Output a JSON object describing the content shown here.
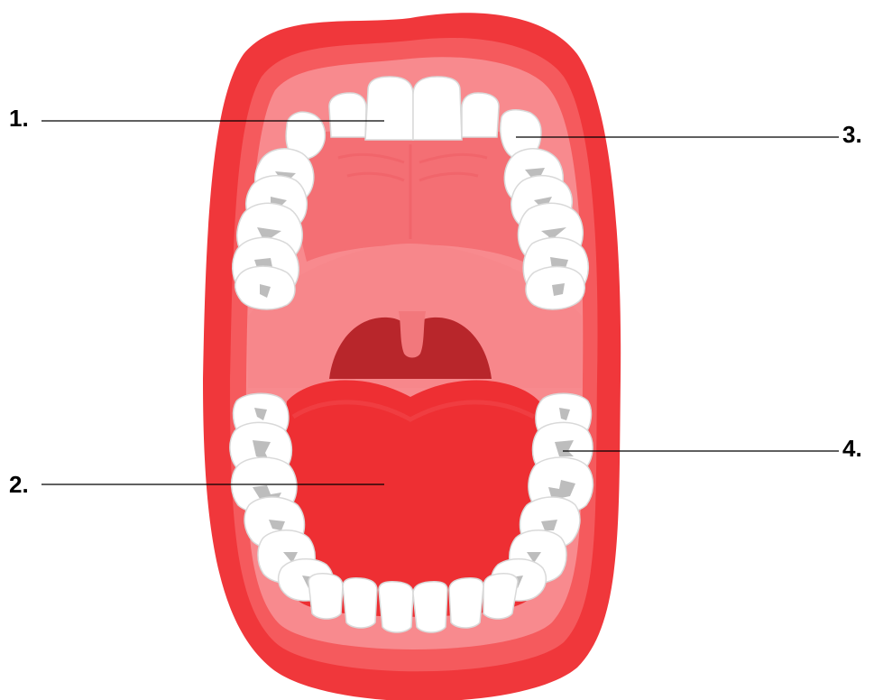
{
  "labels": [
    {
      "id": "1",
      "text": "1."
    },
    {
      "id": "2",
      "text": "2."
    },
    {
      "id": "3",
      "text": "3."
    },
    {
      "id": "4",
      "text": "4."
    }
  ],
  "colors": {
    "lips": "#f0373b",
    "lip_inner": "#f55a5d",
    "mouth_inside": "#f88a8e",
    "palate": "#f46f74",
    "soft_palate": "#f7878b",
    "throat": "#b8262b",
    "uvula": "#f2787c",
    "tongue": "#ee2f33",
    "tongue_top": "#f14347",
    "tooth": "#ffffff",
    "tooth_groove": "#bdbdbd"
  },
  "icons": {
    "mouth": "open-mouth-illustration"
  }
}
